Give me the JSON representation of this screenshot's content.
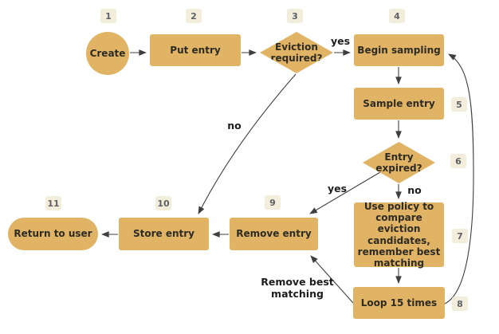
{
  "diagram": {
    "type": "flowchart",
    "nodes": [
      {
        "badge": "1",
        "label": "Create",
        "shape": "circle"
      },
      {
        "badge": "2",
        "label": "Put entry",
        "shape": "rect"
      },
      {
        "badge": "3",
        "label": "Eviction\nrequired?",
        "shape": "diamond"
      },
      {
        "badge": "4",
        "label": "Begin sampling",
        "shape": "rect"
      },
      {
        "badge": "5",
        "label": "Sample entry",
        "shape": "rect"
      },
      {
        "badge": "6",
        "label": "Entry\nexpired?",
        "shape": "diamond"
      },
      {
        "badge": "7",
        "label": "Use policy to\ncompare eviction\ncandidates,\nremember best\nmatching",
        "shape": "rect"
      },
      {
        "badge": "8",
        "label": "Loop 15 times",
        "shape": "rect"
      },
      {
        "badge": "9",
        "label": "Remove entry",
        "shape": "rect"
      },
      {
        "badge": "10",
        "label": "Store entry",
        "shape": "rect"
      },
      {
        "badge": "11",
        "label": "Return to user",
        "shape": "stadium"
      }
    ],
    "edges": [
      {
        "from": "1",
        "to": "2",
        "label": ""
      },
      {
        "from": "2",
        "to": "3",
        "label": ""
      },
      {
        "from": "3",
        "to": "4",
        "label": "yes"
      },
      {
        "from": "3",
        "to": "10",
        "label": "no"
      },
      {
        "from": "4",
        "to": "5",
        "label": ""
      },
      {
        "from": "5",
        "to": "6",
        "label": ""
      },
      {
        "from": "6",
        "to": "7",
        "label": "no"
      },
      {
        "from": "6",
        "to": "9",
        "label": "yes"
      },
      {
        "from": "7",
        "to": "8",
        "label": ""
      },
      {
        "from": "8",
        "to": "4",
        "label": ""
      },
      {
        "from": "8",
        "to": "9",
        "label": "Remove best\nmatching"
      },
      {
        "from": "9",
        "to": "10",
        "label": ""
      },
      {
        "from": "10",
        "to": "11",
        "label": ""
      }
    ]
  },
  "colors": {
    "background": "#ffffff",
    "node_fill": "#e0b464",
    "node_text": "#2e2b24",
    "badge_fill": "#f2eedb",
    "badge_text": "#5f6166",
    "edge_stroke": "#3f3f3f",
    "edge_label_text": "#1d1d1b"
  }
}
